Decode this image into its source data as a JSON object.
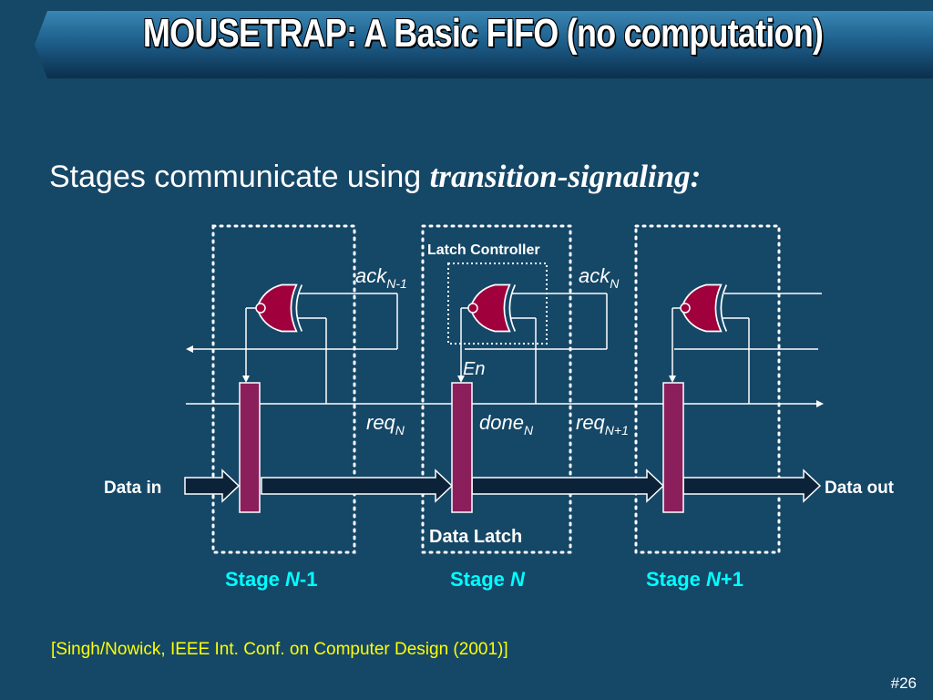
{
  "slide": {
    "title": "MOUSETRAP:  A Basic FIFO (no computation)",
    "bullet_text": "Stages communicate using ",
    "bullet_emphasis": "transition-signaling:",
    "citation": "[Singh/Nowick, IEEE Int. Conf. on Computer Design (2001)]",
    "page_number": "#26"
  },
  "diagram": {
    "latch_controller": "Latch Controller",
    "data_latch": "Data Latch",
    "data_in": "Data in",
    "data_out": "Data out",
    "en": "En",
    "ack_prev": {
      "base": "ack",
      "sub": "N-1"
    },
    "ack_curr": {
      "base": "ack",
      "sub": "N"
    },
    "req_curr": {
      "base": "req",
      "sub": "N"
    },
    "done_curr": {
      "base": "done",
      "sub": "N"
    },
    "req_next": {
      "base": "req",
      "sub": "N+1"
    },
    "stages": [
      {
        "prefix": "Stage ",
        "var": "N",
        "suffix": "-1"
      },
      {
        "prefix": "Stage ",
        "var": "N",
        "suffix": ""
      },
      {
        "prefix": "Stage ",
        "var": "N",
        "suffix": "+1"
      }
    ]
  },
  "colors": {
    "background": "#154767",
    "title_text": "#ffffff",
    "stage_label": "#00ffff",
    "citation": "#ffff00",
    "gate_fill": "#a0003c",
    "latch_fill": "#8b1f5c",
    "data_arrow": "#0c2238"
  }
}
